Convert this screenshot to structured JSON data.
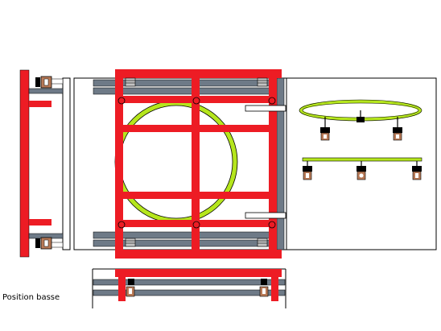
{
  "caption": "Position basse",
  "colors": {
    "frame_red": "#ed1c24",
    "rail_gray": "#6e7a87",
    "ring_green": "#b5e61d",
    "fitting_brown": "#b97a57",
    "outline_black": "#000000",
    "support_white": "#ffffff",
    "background": "#ffffff"
  },
  "views": [
    {
      "name": "side-view-left"
    },
    {
      "name": "top-view"
    },
    {
      "name": "right-detail-view"
    },
    {
      "name": "bottom-position-view"
    }
  ]
}
